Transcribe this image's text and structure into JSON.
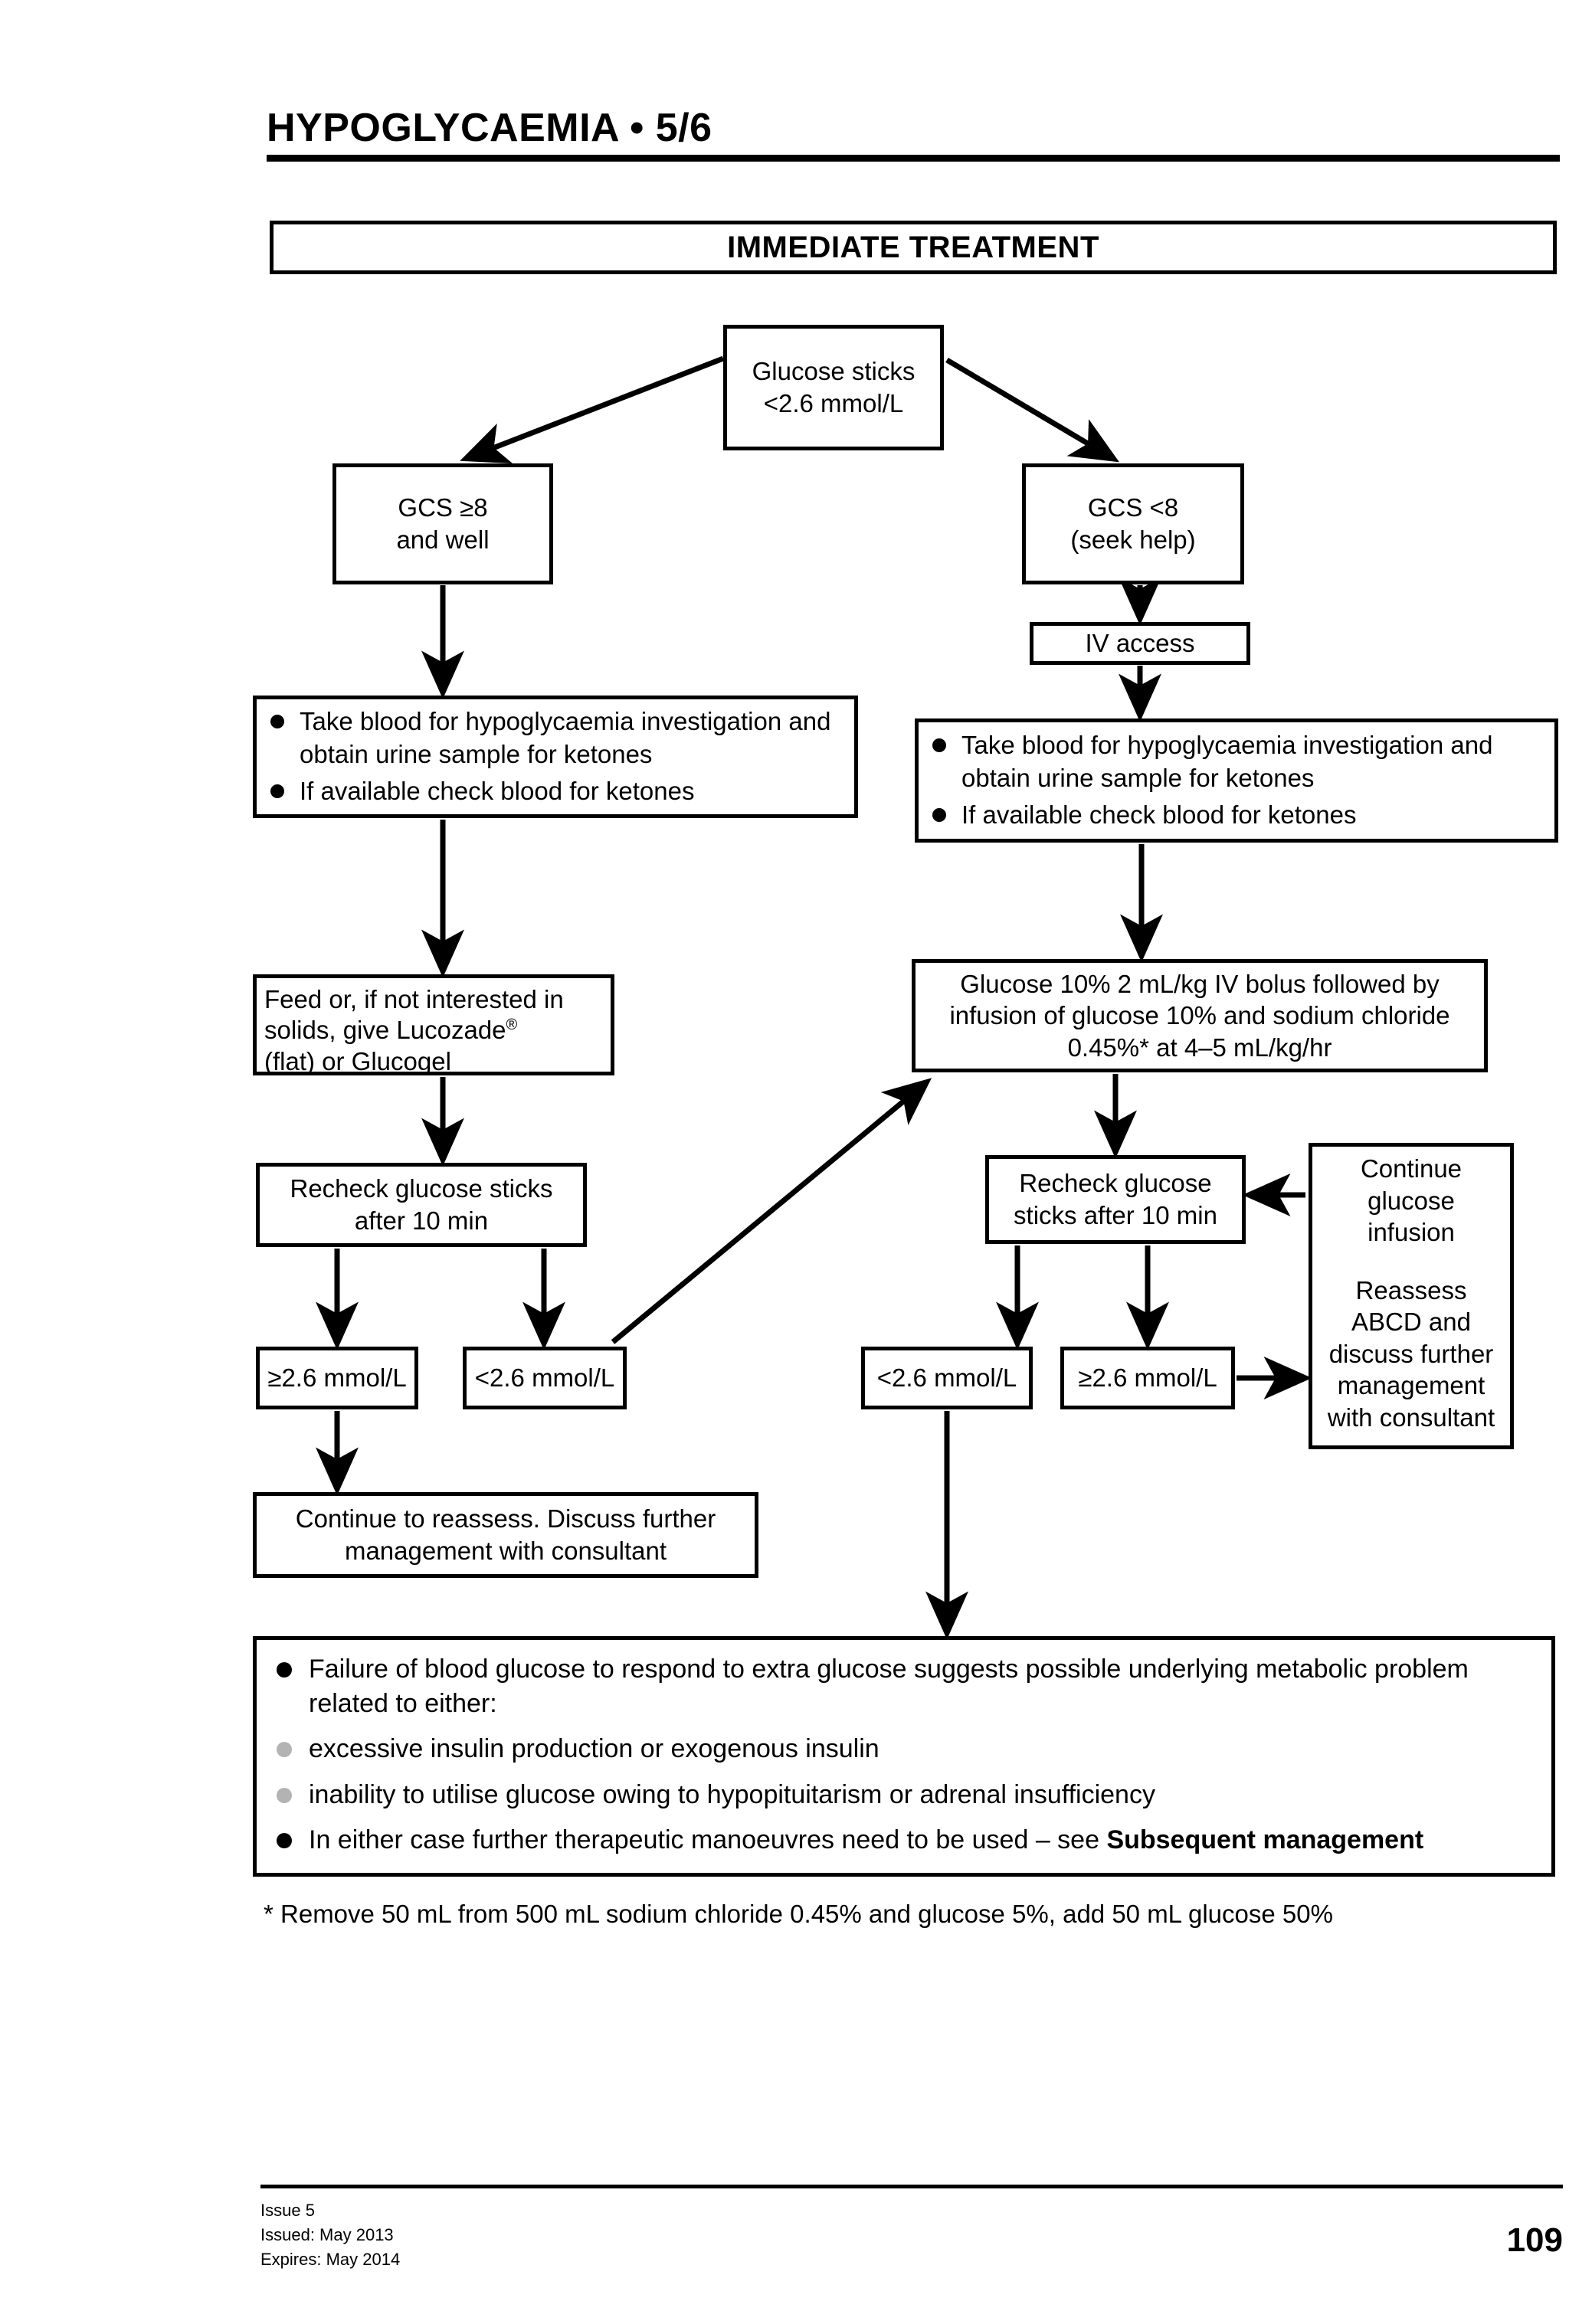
{
  "header": {
    "title": "HYPOGLYCAEMIA • 5/6"
  },
  "banner": {
    "label": "IMMEDIATE TREATMENT"
  },
  "flowchart": {
    "type": "clinical-algorithm-flowchart",
    "nodes": {
      "glucose_sticks": "Glucose sticks\n<2.6 mmol/L",
      "gcs_high": "GCS ≥8\nand well",
      "gcs_low": "GCS <8\n(seek help)",
      "iv_access": "IV access",
      "bullets_left": [
        "Take blood for hypoglycaemia investigation and obtain urine sample for ketones",
        "If available check blood for ketones"
      ],
      "bullets_right": [
        "Take blood for hypoglycaemia investigation and obtain urine sample for ketones",
        "If available check blood for ketones"
      ],
      "feed_line1": "Feed or, if not interested in",
      "feed_line2_a": "solids, give Lucozade",
      "feed_line2_reg": "®",
      "feed_line3": "(flat) or Glucogel",
      "glucose_infusion": "Glucose 10% 2 mL/kg IV bolus followed by infusion of glucose 10% and sodium chloride 0.45%* at 4–5 mL/kg/hr",
      "recheck_left": "Recheck glucose sticks\nafter 10 min",
      "recheck_right": "Recheck glucose\nsticks after 10 min",
      "continue_infusion_line1": "Continue",
      "continue_infusion_line2": "glucose",
      "continue_infusion_line3": "infusion",
      "reassess_line1": "Reassess",
      "reassess_line2": "ABCD and",
      "reassess_line3": "discuss further",
      "reassess_line4": "management",
      "reassess_line5": "with consultant",
      "val_ge_left": "≥2.6 mmol/L",
      "val_lt_left": "<2.6 mmol/L",
      "val_lt_right": "<2.6 mmol/L",
      "val_ge_right": "≥2.6 mmol/L",
      "continue_reassess": "Continue to reassess. Discuss further management with consultant"
    }
  },
  "bottom_notes": [
    {
      "bullet": "black",
      "text": "Failure of blood glucose to respond to extra glucose suggests possible underlying metabolic problem related to either:",
      "bold_tail": ""
    },
    {
      "bullet": "grey",
      "text": "excessive insulin production or exogenous insulin",
      "bold_tail": ""
    },
    {
      "bullet": "grey",
      "text": "inability to utilise glucose owing to hypopituitarism or adrenal insufficiency",
      "bold_tail": ""
    },
    {
      "bullet": "black",
      "text": "In either case further therapeutic manoeuvres need to be used  – see ",
      "bold_tail": "Subsequent management"
    }
  ],
  "footnote": {
    "text": "* Remove 50 mL from 500 mL sodium chloride 0.45% and glucose 5%, add 50 mL glucose 50%"
  },
  "footer": {
    "issue": "Issue 5",
    "issued": "Issued: May 2013",
    "expires": "Expires: May 2014",
    "page_number": "109"
  },
  "colors": {
    "ink": "#000000",
    "paper": "#ffffff",
    "grey_bullet": "#b3b3b3"
  }
}
